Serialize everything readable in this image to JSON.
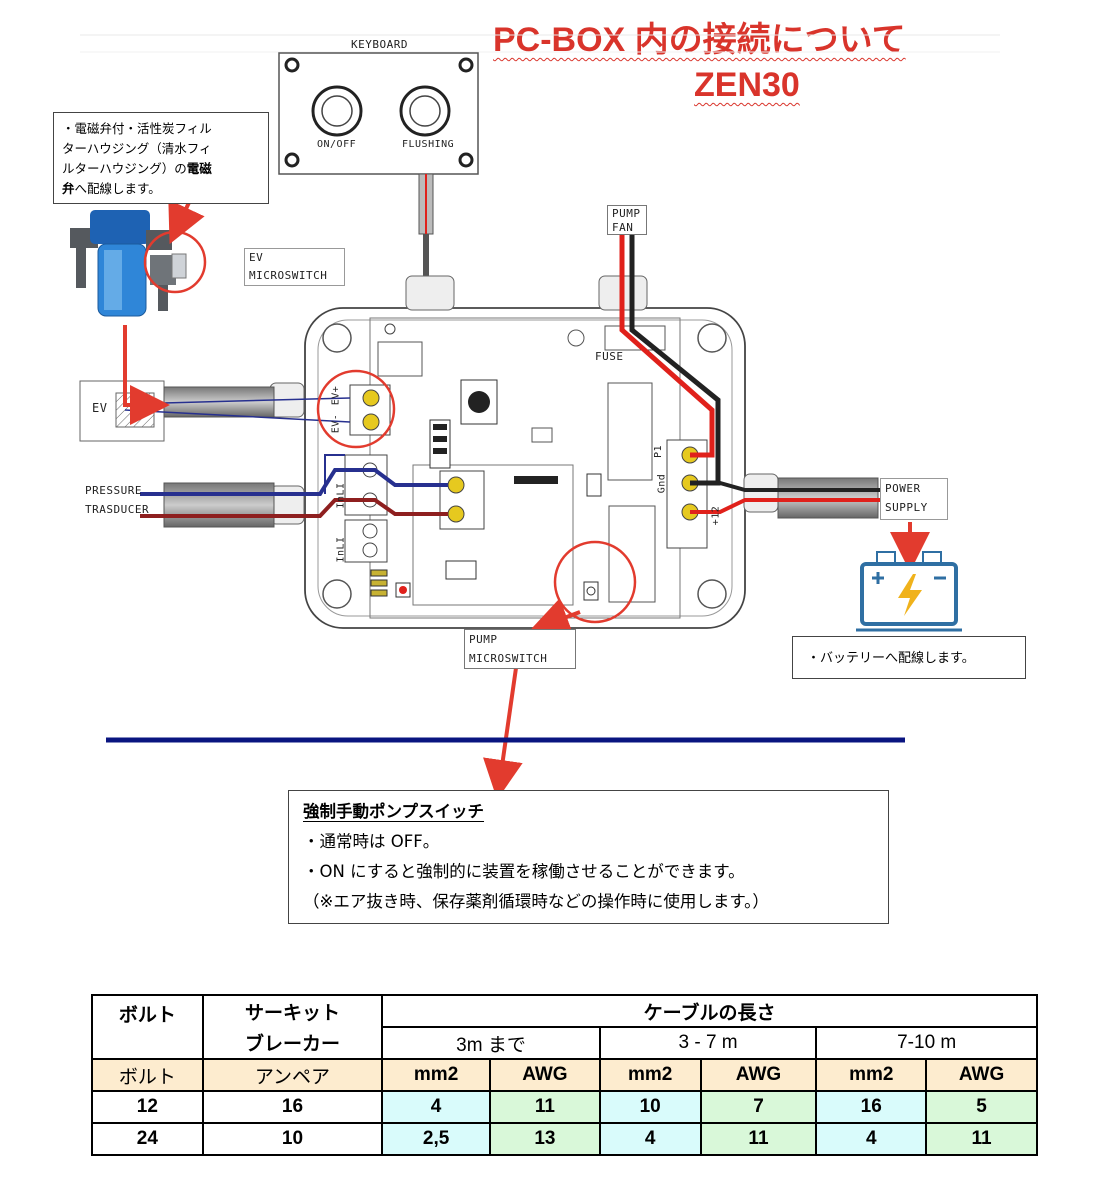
{
  "title": {
    "line1": "PC-BOX 内の接続について",
    "line2": "ZEN30"
  },
  "diagram": {
    "keyboard_label": "KEYBOARD",
    "btn_onoff": "ON/OFF",
    "btn_flushing": "FLUSHING",
    "ev_microswitch": [
      "EV",
      "MICROSWITCH"
    ],
    "pump_fan": [
      "PUMP",
      "FAN"
    ],
    "fuse": "FUSE",
    "ev_box": "EV",
    "pressure": [
      "PRESSURE",
      "TRASDUCER"
    ],
    "power_supply": [
      "POWER",
      "SUPPLY"
    ],
    "pump_microswitch": [
      "PUMP",
      "MICROSWITCH"
    ],
    "terminal_evminus": "EV-",
    "terminal_evplus": "EV+",
    "terminal_in1": "InLI",
    "terminal_in2": "InLI",
    "terminal_p1": "P1",
    "terminal_gnd": "Gnd",
    "terminal_12": "+12"
  },
  "notes": {
    "valve": [
      "・電磁弁付・活性炭フィル",
      "ターハウジング（清水フィ",
      "ルターハウジング）の",
      "電磁",
      "弁",
      "へ配線します。"
    ],
    "battery": "・バッテリーへ配線します。",
    "switch_title": "強制手動ポンプスイッチ",
    "switch_lines": [
      "・通常時は OFF。",
      "・ON にすると強制的に装置を稼働させることができます。",
      "（※エア抜き時、保存薬剤循環時などの操作時に使用します。）"
    ]
  },
  "table": {
    "h_volt": "ボルト",
    "h_breaker": [
      "サーキット",
      "ブレーカー"
    ],
    "h_cable": "ケーブルの長さ",
    "ranges": [
      "3m まで",
      "3 - 7 m",
      "7-10 m"
    ],
    "sub_volt": "ボルト",
    "sub_amp": "アンペア",
    "units": [
      "mm2",
      "AWG",
      "mm2",
      "AWG",
      "mm2",
      "AWG"
    ],
    "rows": [
      {
        "volt": "12",
        "amp": "16",
        "vals": [
          "4",
          "11",
          "10",
          "7",
          "16",
          "5"
        ]
      },
      {
        "volt": "24",
        "amp": "10",
        "vals": [
          "2,5",
          "13",
          "4",
          "11",
          "4",
          "11"
        ]
      }
    ]
  },
  "colors": {
    "title": "#d9342b",
    "arrow": "#e23b2e",
    "wire_red": "#e0211b",
    "wire_dark_red": "#8e1f1f",
    "wire_blue": "#27308f",
    "divider": "#0a1580",
    "terminal": "#e6c91f",
    "battery": "#2f6fa3"
  }
}
